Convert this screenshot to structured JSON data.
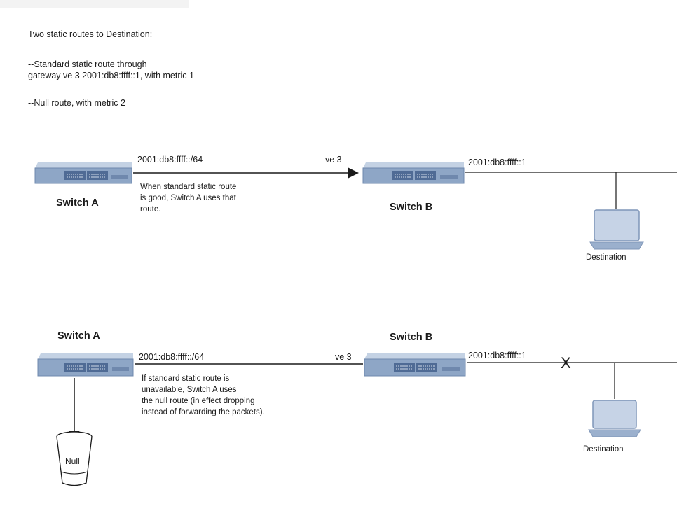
{
  "intro": {
    "title": "Two static routes to Destination:",
    "route1_line1": "--Standard static route through",
    "route1_line2": "gateway ve 3 2001:db8:ffff::1, with metric 1",
    "route2": "--Null route, with metric 2"
  },
  "top": {
    "switch_a_label": "Switch A",
    "switch_b_label": "Switch B",
    "subnet_label": "2001:db8:ffff::/64",
    "interface_label": "ve 3",
    "gateway_label": "2001:db8:ffff::1",
    "note_line1": "When standard static route",
    "note_line2": "is good, Switch A uses that",
    "note_line3": "route.",
    "destination_label": "Destination"
  },
  "bottom": {
    "switch_a_label": "Switch A",
    "switch_b_label": "Switch B",
    "subnet_label": "2001:db8:ffff::/64",
    "interface_label": "ve 3",
    "gateway_label": "2001:db8:ffff::1",
    "failure_mark": "X",
    "note_line1": "If standard static route is",
    "note_line2": "unavailable, Switch A uses",
    "note_line3": "the null route (in effect dropping",
    "note_line4": "instead of forwarding the packets).",
    "null_label": "Null",
    "destination_label": "Destination"
  },
  "colors": {
    "switch_top": "#b9c9de",
    "switch_front": "#8ea6c6",
    "port_panel": "#4f6b95",
    "laptop_screen": "#c6d3e6",
    "laptop_base": "#9bb0cd",
    "line": "#1a1a1a",
    "bin": "#e2e2e2"
  }
}
